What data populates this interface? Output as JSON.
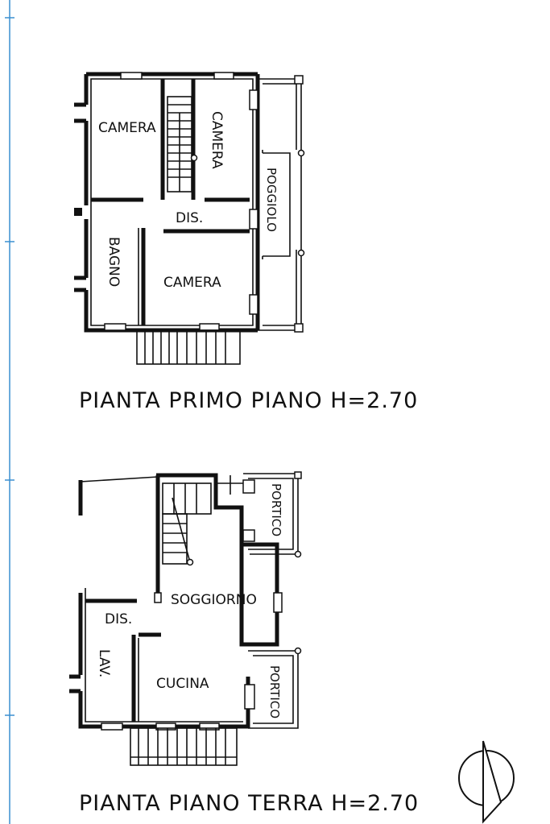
{
  "first_floor": {
    "title": "PIANTA  PRIMO  PIANO  H=2.70",
    "rooms": {
      "camera_left": "CAMERA",
      "camera_right": "CAMERA",
      "distribution": "DIS.",
      "bagno": "BAGNO",
      "camera_bottom": "CAMERA",
      "poggiolo": "POGGIOLO"
    }
  },
  "ground_floor": {
    "title": "PIANTA  PIANO  TERRA  H=2.70",
    "rooms": {
      "portico_top": "PORTICO",
      "soggiorno": "SOGGIORNO",
      "distribution": "DIS.",
      "lavanderia": "LAV.",
      "cucina": "CUCINA",
      "portico_bottom": "PORTICO"
    }
  },
  "colors": {
    "ink": "#111111",
    "margin_line": "#3a8fd0"
  }
}
